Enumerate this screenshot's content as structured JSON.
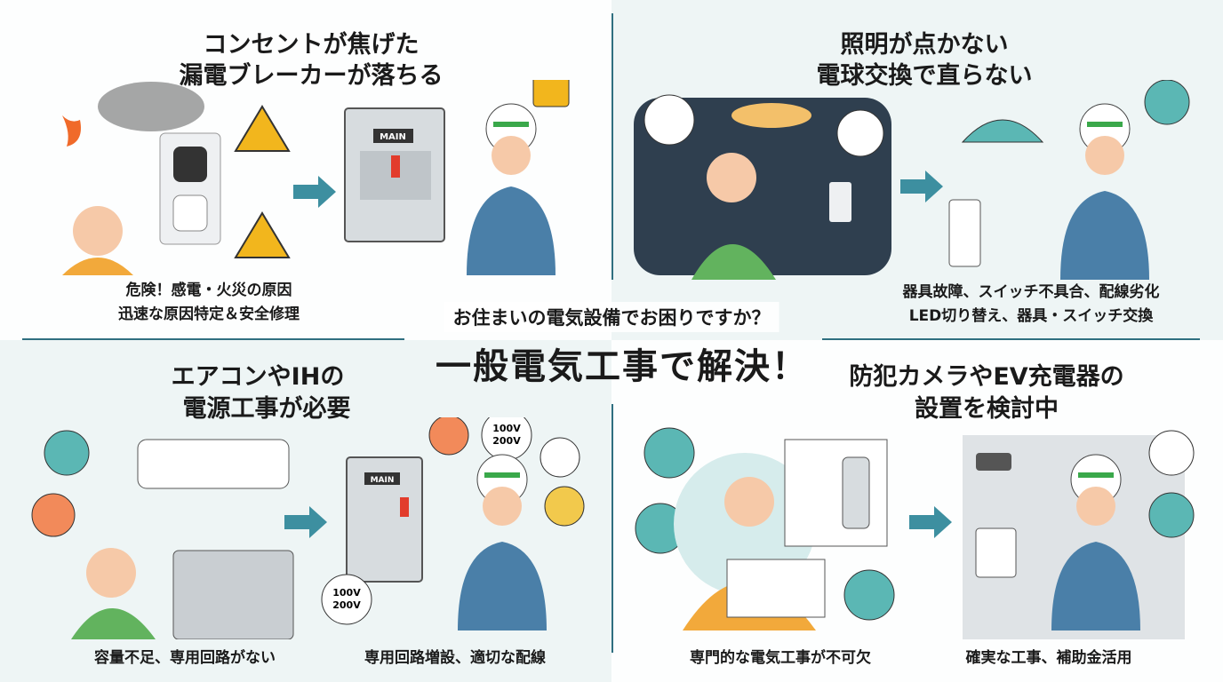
{
  "center": {
    "question": "お住まいの電気設備でお困りですか？",
    "headline": "一般電気工事で解決！"
  },
  "panels": [
    {
      "title": [
        "コンセントが焦げた",
        "漏電ブレーカーが落ちる"
      ],
      "caption": [
        "危険！感電・火災の原因",
        "迅速な原因特定＆安全修理"
      ],
      "panel_label": "MAIN"
    },
    {
      "title": [
        "照明が点かない",
        "電球交換で直らない"
      ],
      "caption": [
        "器具故障、スイッチ不具合、配線劣化",
        "LED切り替え、器具・スイッチ交換"
      ]
    },
    {
      "title": [
        "エアコンやIHの",
        "電源工事が必要"
      ],
      "caption_before": "容量不足、専用回路がない",
      "caption_after": "専用回路増設、適切な配線",
      "panel_label": "MAIN",
      "voltage_top": [
        "100V",
        "200V"
      ],
      "voltage_bottom": [
        "100V",
        "200V"
      ]
    },
    {
      "title": [
        "防犯カメラやEV充電器の",
        "設置を検討中"
      ],
      "caption_before": "専門的な電気工事が不可欠",
      "caption_after": "確実な工事、補助金活用"
    }
  ],
  "colors": {
    "accent": "#3d8fa0",
    "worker": "#4a7fa8",
    "warning": "#f2b61d",
    "fire": "#f06a2a",
    "plant": "#5aa75a"
  }
}
